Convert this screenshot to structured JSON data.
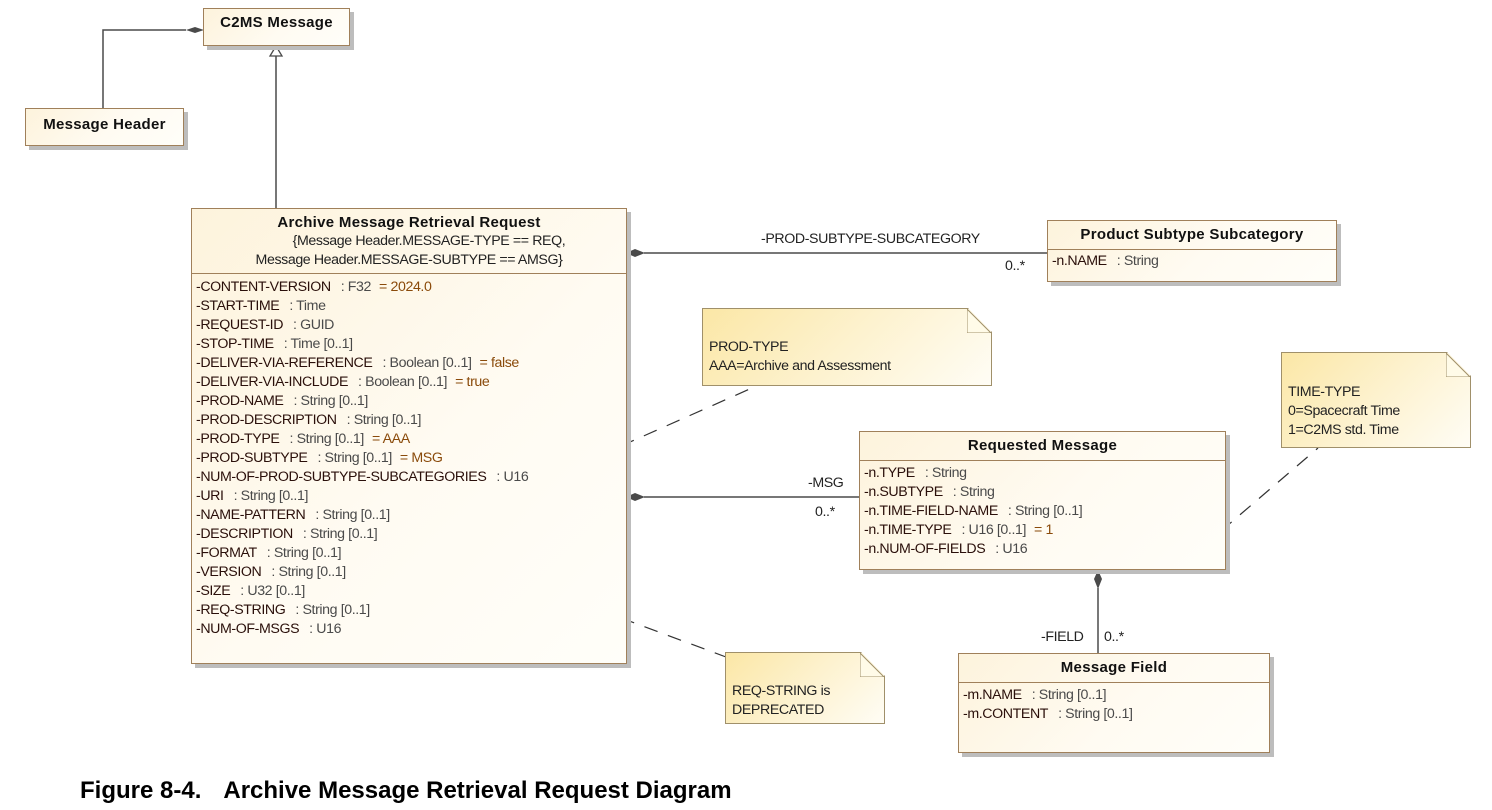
{
  "classes": {
    "c2ms_message": {
      "name": "C2MS Message"
    },
    "message_header": {
      "name": "Message Header"
    },
    "archive_request": {
      "name": "Archive Message Retrieval Request",
      "constraint_line1": "{Message Header.MESSAGE-TYPE == REQ,",
      "constraint_line2": "Message Header.MESSAGE-SUBTYPE == AMSG}",
      "attributes": [
        {
          "name": "-CONTENT-VERSION",
          "type": ": F32",
          "default": "= 2024.0"
        },
        {
          "name": "-START-TIME",
          "type": ": Time",
          "default": ""
        },
        {
          "name": "-REQUEST-ID",
          "type": ": GUID",
          "default": ""
        },
        {
          "name": "-STOP-TIME",
          "type": ": Time [0..1]",
          "default": ""
        },
        {
          "name": "-DELIVER-VIA-REFERENCE",
          "type": ": Boolean [0..1]",
          "default": "= false"
        },
        {
          "name": "-DELIVER-VIA-INCLUDE",
          "type": ": Boolean [0..1]",
          "default": "= true"
        },
        {
          "name": "-PROD-NAME",
          "type": ": String [0..1]",
          "default": ""
        },
        {
          "name": "-PROD-DESCRIPTION",
          "type": ": String [0..1]",
          "default": ""
        },
        {
          "name": "-PROD-TYPE",
          "type": ": String [0..1]",
          "default": "= AAA"
        },
        {
          "name": "-PROD-SUBTYPE",
          "type": ": String [0..1]",
          "default": "= MSG"
        },
        {
          "name": "-NUM-OF-PROD-SUBTYPE-SUBCATEGORIES",
          "type": ": U16",
          "default": ""
        },
        {
          "name": "-URI",
          "type": ": String [0..1]",
          "default": ""
        },
        {
          "name": "-NAME-PATTERN",
          "type": ": String [0..1]",
          "default": ""
        },
        {
          "name": "-DESCRIPTION",
          "type": ": String [0..1]",
          "default": ""
        },
        {
          "name": "-FORMAT",
          "type": ": String [0..1]",
          "default": ""
        },
        {
          "name": "-VERSION",
          "type": ": String [0..1]",
          "default": ""
        },
        {
          "name": "-SIZE",
          "type": ": U32 [0..1]",
          "default": ""
        },
        {
          "name": "-REQ-STRING",
          "type": ": String [0..1]",
          "default": ""
        },
        {
          "name": "-NUM-OF-MSGS",
          "type": ": U16",
          "default": ""
        }
      ]
    },
    "product_subtype_subcategory": {
      "name": "Product Subtype Subcategory",
      "attributes": [
        {
          "name": "-n.NAME",
          "type": ": String",
          "default": ""
        }
      ]
    },
    "requested_message": {
      "name": "Requested Message",
      "attributes": [
        {
          "name": "-n.TYPE",
          "type": ": String",
          "default": ""
        },
        {
          "name": "-n.SUBTYPE",
          "type": ": String",
          "default": ""
        },
        {
          "name": "-n.TIME-FIELD-NAME",
          "type": ": String [0..1]",
          "default": ""
        },
        {
          "name": "-n.TIME-TYPE",
          "type": ": U16 [0..1]",
          "default": "= 1"
        },
        {
          "name": "-n.NUM-OF-FIELDS",
          "type": ": U16",
          "default": ""
        }
      ]
    },
    "message_field": {
      "name": "Message Field",
      "attributes": [
        {
          "name": "-m.NAME",
          "type": ": String [0..1]",
          "default": ""
        },
        {
          "name": "-m.CONTENT",
          "type": ": String [0..1]",
          "default": ""
        }
      ]
    }
  },
  "associations": {
    "prod_subtype": {
      "role": "-PROD-SUBTYPE-SUBCATEGORY",
      "multiplicity": "0..*"
    },
    "msg": {
      "role": "-MSG",
      "multiplicity": "0..*"
    },
    "field": {
      "role": "-FIELD",
      "multiplicity": "0..*"
    }
  },
  "notes": {
    "prod_type": {
      "line1": "PROD-TYPE",
      "line2": "AAA=Archive and Assessment"
    },
    "time_type": {
      "line1": "TIME-TYPE",
      "line2": "0=Spacecraft Time",
      "line3": "1=C2MS std. Time"
    },
    "req_string": {
      "line1": "REQ-STRING is",
      "line2": "DEPRECATED"
    }
  },
  "caption": {
    "figure": "Figure 8-4.",
    "title": "Archive Message Retrieval Request Diagram"
  },
  "colors": {
    "class_border": "#a0805a",
    "default_value": "#8a4a0a",
    "line": "#4a4a4a"
  }
}
